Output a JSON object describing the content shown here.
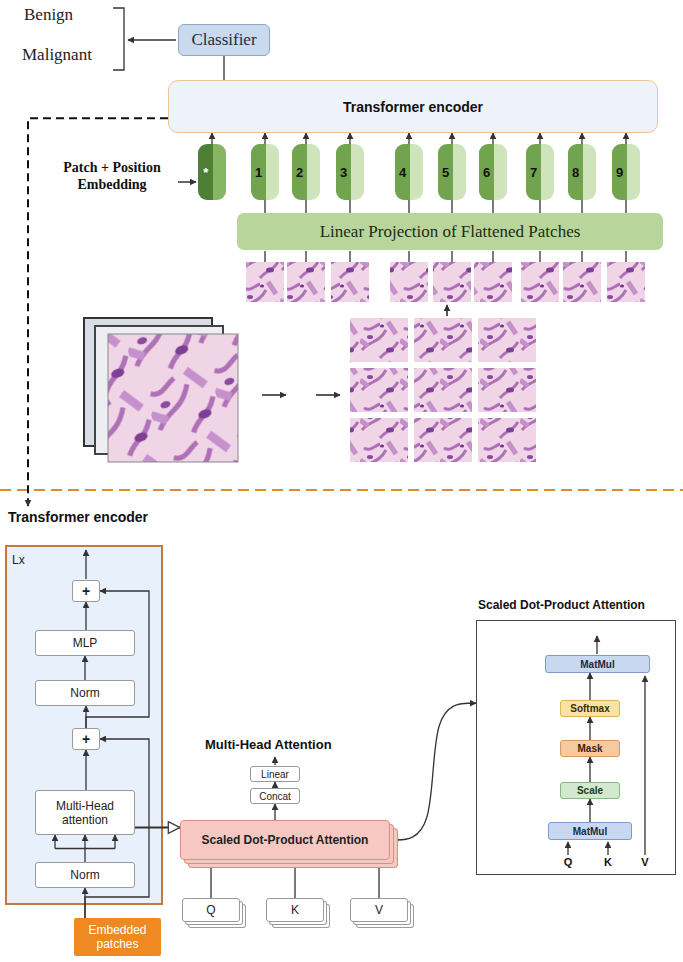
{
  "diagram": {
    "nodes": [
      {
        "text": [
          "Classifier"
        ]
      },
      {
        "text": [
          "Transformer encoder"
        ]
      },
      {
        "text": [
          "*"
        ]
      },
      {
        "text": [
          "1"
        ]
      },
      {
        "text": [
          "2"
        ]
      },
      {
        "text": [
          "3"
        ]
      },
      {
        "text": [
          "4"
        ]
      },
      {
        "text": [
          "5"
        ]
      },
      {
        "text": [
          "6"
        ]
      },
      {
        "text": [
          "7"
        ]
      },
      {
        "text": [
          "8"
        ]
      },
      {
        "text": [
          "9"
        ]
      },
      {
        "text": [
          "Linear Projection of Flattened Patches"
        ]
      },
      {
        "text": [
          "Transformer encoder",
          "Lx"
        ]
      },
      {
        "text": [
          "+"
        ],
        "in": 13
      },
      {
        "text": [
          "MLP"
        ],
        "in": 13
      },
      {
        "text": [
          "Norm"
        ],
        "in": 13
      },
      {
        "text": [
          "+"
        ],
        "in": 13
      },
      {
        "text": [
          "Multi-Head attention"
        ],
        "in": 13
      },
      {
        "text": [
          "Norm"
        ],
        "in": 13
      },
      {
        "text": [
          "Embedded patches"
        ]
      },
      {
        "text": [
          "Linear"
        ]
      },
      {
        "text": [
          "Concat"
        ]
      },
      {
        "text": [
          "Scaled Dot-Product Attention"
        ]
      },
      {
        "text": [
          "Q"
        ]
      },
      {
        "text": [
          "K"
        ]
      },
      {
        "text": [
          "V"
        ]
      },
      {
        "text": [
          "Scaled Dot-Product Attention"
        ]
      },
      {
        "text": [
          "MatMul"
        ],
        "in": 27
      },
      {
        "text": [
          "Softmax"
        ],
        "in": 27
      },
      {
        "text": [
          "Mask"
        ],
        "in": 27
      },
      {
        "text": [
          "Scale"
        ],
        "in": 27
      },
      {
        "text": [
          "MatMul"
        ],
        "in": 27
      }
    ],
    "edges": [
      {
        "from": 1,
        "to": 0,
        "arrow": "none"
      },
      {
        "from": 2,
        "to": 1,
        "arrow": "to"
      },
      {
        "from": 3,
        "to": 1,
        "arrow": "to"
      },
      {
        "from": 4,
        "to": 1,
        "arrow": "to"
      },
      {
        "from": 5,
        "to": 1,
        "arrow": "to"
      },
      {
        "from": 6,
        "to": 1,
        "arrow": "to"
      },
      {
        "from": 7,
        "to": 1,
        "arrow": "to"
      },
      {
        "from": 8,
        "to": 1,
        "arrow": "to"
      },
      {
        "from": 9,
        "to": 1,
        "arrow": "to"
      },
      {
        "from": 10,
        "to": 1,
        "arrow": "to"
      },
      {
        "from": 11,
        "to": 1,
        "arrow": "to"
      },
      {
        "from": 12,
        "to": 3,
        "arrow": "none"
      },
      {
        "from": 12,
        "to": 4,
        "arrow": "none"
      },
      {
        "from": 12,
        "to": 5,
        "arrow": "none"
      },
      {
        "from": 12,
        "to": 6,
        "arrow": "none"
      },
      {
        "from": 12,
        "to": 7,
        "arrow": "none"
      },
      {
        "from": 12,
        "to": 8,
        "arrow": "none"
      },
      {
        "from": 12,
        "to": 9,
        "arrow": "none"
      },
      {
        "from": 12,
        "to": 10,
        "arrow": "none"
      },
      {
        "from": 12,
        "to": 11,
        "arrow": "none"
      },
      {
        "from": 1,
        "to": 13,
        "arrow": "to"
      },
      {
        "from": 20,
        "to": 19,
        "arrow": "to"
      },
      {
        "from": 19,
        "to": 18,
        "arrow": "to"
      },
      {
        "from": 18,
        "to": 17,
        "arrow": "to"
      },
      {
        "from": 20,
        "to": 17,
        "arrow": "to"
      },
      {
        "from": 17,
        "to": 16,
        "arrow": "to"
      },
      {
        "from": 16,
        "to": 15,
        "arrow": "to"
      },
      {
        "from": 15,
        "to": 14,
        "arrow": "to"
      },
      {
        "from": 17,
        "to": 14,
        "arrow": "to"
      },
      {
        "from": 18,
        "to": 23,
        "arrow": "to"
      },
      {
        "from": 24,
        "to": 23,
        "arrow": "to"
      },
      {
        "from": 25,
        "to": 23,
        "arrow": "to"
      },
      {
        "from": 26,
        "to": 23,
        "arrow": "to"
      },
      {
        "from": 23,
        "to": 22,
        "arrow": "to"
      },
      {
        "from": 22,
        "to": 21,
        "arrow": "to"
      },
      {
        "from": 23,
        "to": 27,
        "arrow": "to"
      },
      {
        "from": 32,
        "to": 31,
        "arrow": "to"
      },
      {
        "from": 31,
        "to": 30,
        "arrow": "to"
      },
      {
        "from": 30,
        "to": 29,
        "arrow": "to"
      },
      {
        "from": 29,
        "to": 28,
        "arrow": "to"
      }
    ],
    "labels": [
      "Benign",
      "Malignant",
      "Patch + Position Embedding",
      "Multi-Head Attention",
      "Q",
      "K",
      "V"
    ]
  }
}
